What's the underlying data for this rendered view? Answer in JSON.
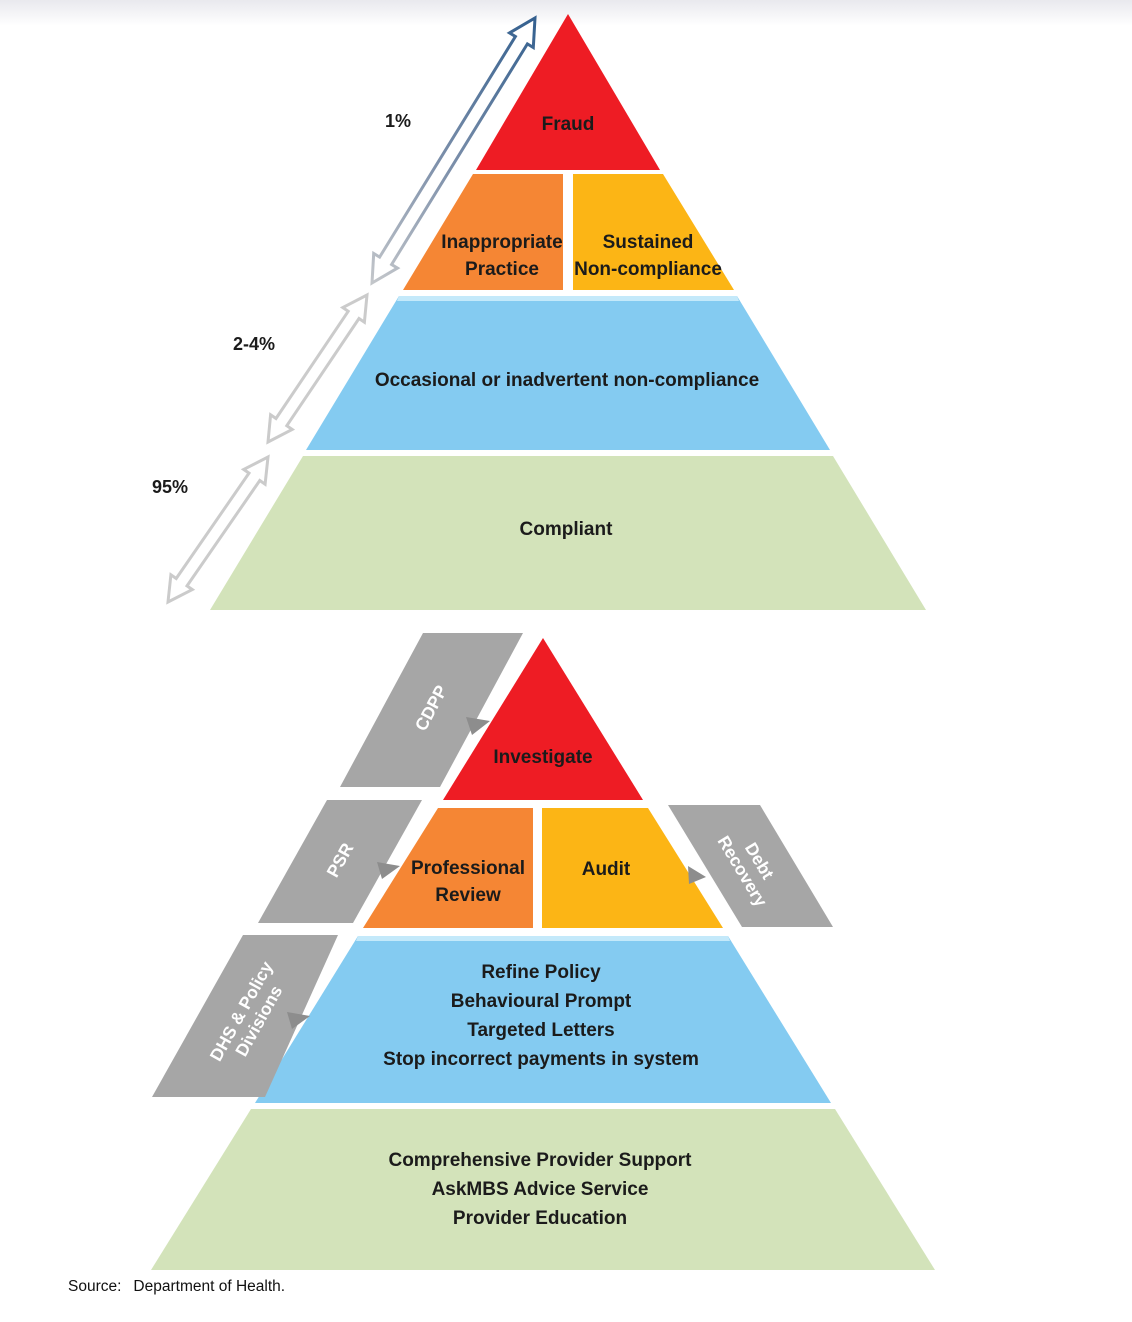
{
  "colors": {
    "fraud_red": "#ee1c24",
    "orange": "#f58634",
    "amber": "#fcb515",
    "blue": "#84cbf1",
    "blue_highlight": "#c4e9fa",
    "green": "#d3e3ba",
    "band_gray": "#a6a6a6",
    "marker_gray": "#8d8d8d",
    "arrow_blue": "#34608f",
    "arrow_gray": "#cbcbcb",
    "label_text": "#1b1b1b",
    "band_text": "#ffffff"
  },
  "top_pyramid": {
    "pct_tier1": "1%",
    "pct_tier2": "2-4%",
    "pct_tier3": "95%",
    "tier_fraud": "Fraud",
    "tier_inappropriate_line1": "Inappropriate",
    "tier_inappropriate_line2": "Practice",
    "tier_sustained_line1": "Sustained",
    "tier_sustained_line2": "Non-compliance",
    "tier_occasional": "Occasional or inadvertent non-compliance",
    "tier_compliant": "Compliant"
  },
  "bottom_pyramid": {
    "tier_investigate": "Investigate",
    "tier_professional_line1": "Professional",
    "tier_professional_line2": "Review",
    "tier_audit": "Audit",
    "tier_refine_lines": [
      "Refine Policy",
      "Behavioural Prompt",
      "Targeted Letters",
      "Stop incorrect payments in system"
    ],
    "tier_support_lines": [
      "Comprehensive Provider Support",
      "AskMBS Advice Service",
      "Provider Education"
    ],
    "bands": {
      "cdpp": "CDPP",
      "psr": "PSR",
      "dhs_line1": "DHS & Policy",
      "dhs_line2": "Divisions",
      "debt_line1": "Debt",
      "debt_line2": "Recovery"
    }
  },
  "source": {
    "prefix": "Source:",
    "text": "Department of Health."
  }
}
